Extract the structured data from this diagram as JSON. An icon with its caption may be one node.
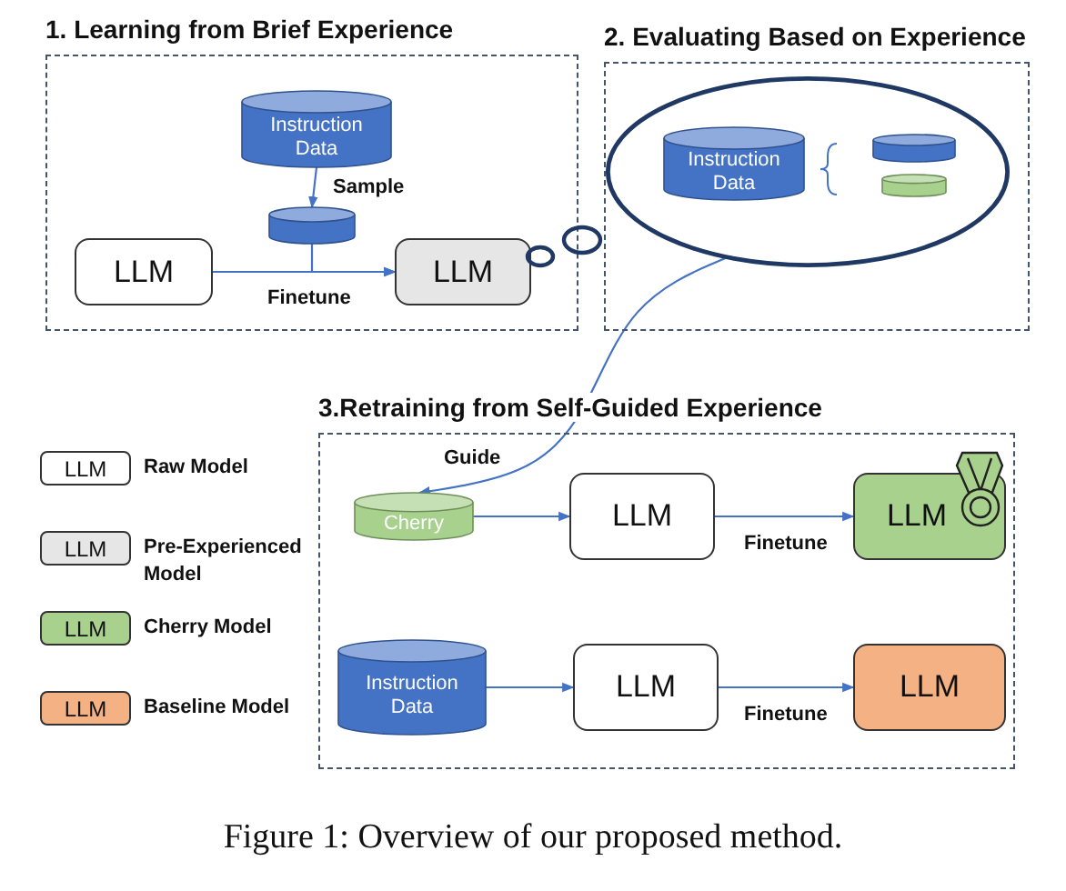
{
  "diagram": {
    "caption": "Figure 1: Overview of our proposed method.",
    "nodes": [
      {
        "text": [
          "1. Learning from Brief Experience"
        ]
      },
      {
        "text": [
          "Instruction Data"
        ],
        "in": 0
      },
      {
        "text": [],
        "shape": "cylinder",
        "in": 0
      },
      {
        "text": [
          "LLM"
        ],
        "in": 0
      },
      {
        "text": [
          "LLM"
        ],
        "in": 0
      },
      {
        "text": [
          "2. Evaluating Based on Experience"
        ]
      },
      {
        "text": [],
        "shape": "ellipse",
        "in": 5
      },
      {
        "text": [
          "Instruction Data"
        ],
        "in": 6
      },
      {
        "text": [],
        "shape": "cylinder",
        "in": 6
      },
      {
        "text": [],
        "shape": "cylinder",
        "in": 6
      },
      {
        "text": [
          "3.Retraining from Self-Guided Experience"
        ]
      },
      {
        "text": [
          "Cherry"
        ],
        "in": 10
      },
      {
        "text": [
          "LLM"
        ],
        "in": 10
      },
      {
        "text": [
          "LLM"
        ],
        "in": 10
      },
      {
        "text": [
          "Instruction Data"
        ],
        "in": 10
      },
      {
        "text": [
          "LLM"
        ],
        "in": 10
      },
      {
        "text": [
          "LLM"
        ],
        "in": 10
      }
    ],
    "edges": [
      {
        "from": 1,
        "to": 2,
        "arrow": "to",
        "label": "Sample"
      },
      {
        "from": 3,
        "to": 4,
        "arrow": "to",
        "label": "Finetune"
      },
      {
        "from": 2,
        "to": 4,
        "arrow": "to"
      },
      {
        "from": 6,
        "to": 11,
        "arrow": "to",
        "label": "Guide"
      },
      {
        "from": 11,
        "to": 12,
        "arrow": "to"
      },
      {
        "from": 12,
        "to": 13,
        "arrow": "to",
        "label": "Finetune"
      },
      {
        "from": 14,
        "to": 15,
        "arrow": "to"
      },
      {
        "from": 15,
        "to": 16,
        "arrow": "to",
        "label": "Finetune"
      }
    ],
    "labels": [
      "LLM",
      "LLM",
      "LLM",
      "LLM"
    ],
    "legend": [
      {
        "text": "Raw Model",
        "color": "#ffffff"
      },
      {
        "text": "Pre-Experienced Model",
        "color": "#e7e6e6"
      },
      {
        "text": "Cherry Model",
        "color": "#a9d18e"
      },
      {
        "text": "Baseline Model",
        "color": "#f4b183"
      }
    ]
  }
}
